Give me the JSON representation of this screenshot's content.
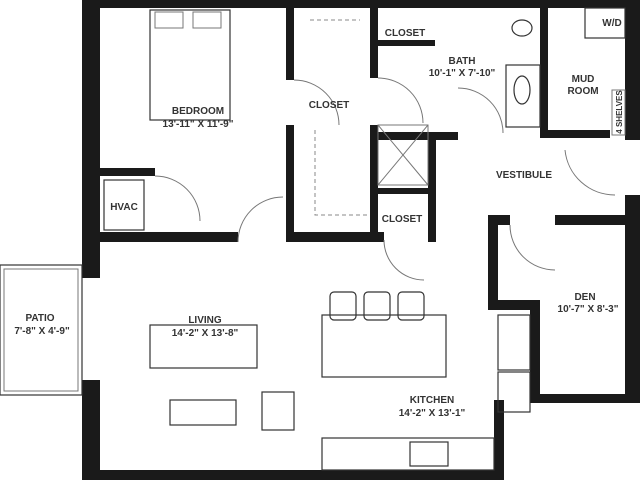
{
  "rooms": {
    "bedroom": {
      "name": "BEDROOM",
      "size": "13'-11\" X 11'-9\""
    },
    "closet_bedroom": {
      "name": "CLOSET"
    },
    "closet_top": {
      "name": "CLOSET"
    },
    "closet_lower": {
      "name": "CLOSET"
    },
    "bath": {
      "name": "BATH",
      "size": "10'-1\" X 7'-10\""
    },
    "mud_room": {
      "name": "MUD",
      "name2": "ROOM"
    },
    "washer_dryer": {
      "name": "W/D"
    },
    "shelves": {
      "name": "4 SHELVES"
    },
    "vestibule": {
      "name": "VESTIBULE"
    },
    "hvac": {
      "name": "HVAC"
    },
    "den": {
      "name": "DEN",
      "size": "10'-7\" X 8'-3\""
    },
    "patio": {
      "name": "PATIO",
      "size": "7'-8\" X 4'-9\""
    },
    "living": {
      "name": "LIVING",
      "size": "14'-2\" X 13'-8\""
    },
    "kitchen": {
      "name": "KITCHEN",
      "size": "14'-2\" X 13'-1\""
    }
  }
}
